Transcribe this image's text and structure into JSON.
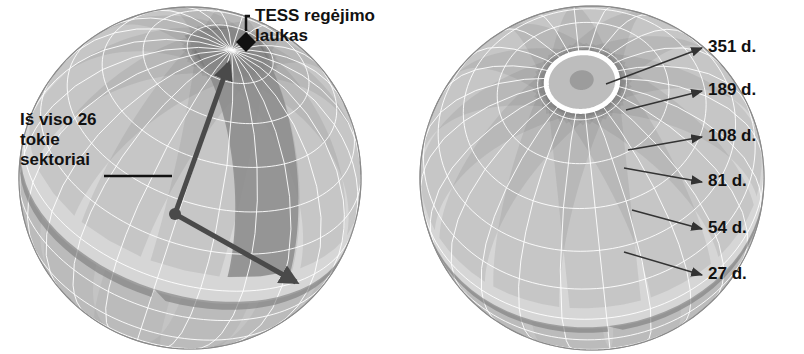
{
  "diagram": {
    "labels": [
      "TESS regėjimo laukas",
      "Iš viso 26 tokie sektoriai",
      "351 d.",
      "189 d.",
      "108 d.",
      "81 d.",
      "54 d.",
      "27 d."
    ]
  }
}
